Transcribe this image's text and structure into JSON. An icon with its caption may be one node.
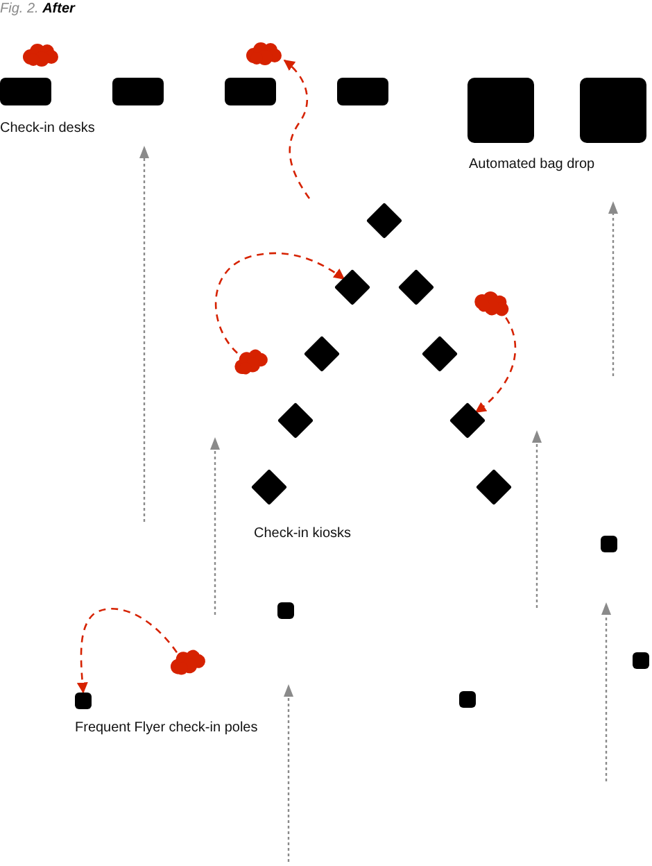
{
  "diagram": {
    "title": "Fig. 2. **After**",
    "nodes": [
      {
        "text": [],
        "shape": "cloud"
      },
      {
        "text": [],
        "shape": "cloud"
      },
      {
        "text": [],
        "shape": "box"
      },
      {
        "text": [],
        "shape": "box"
      },
      {
        "text": [],
        "shape": "box"
      },
      {
        "text": [],
        "shape": "box"
      },
      {
        "text": [],
        "shape": "box"
      },
      {
        "text": [],
        "shape": "box"
      },
      {
        "text": [],
        "shape": "diamond"
      },
      {
        "text": [],
        "shape": "diamond"
      },
      {
        "text": [],
        "shape": "diamond"
      },
      {
        "text": [],
        "shape": "cloud"
      },
      {
        "text": [],
        "shape": "diamond"
      },
      {
        "text": [],
        "shape": "diamond"
      },
      {
        "text": [],
        "shape": "cloud"
      },
      {
        "text": [],
        "shape": "diamond"
      },
      {
        "text": [],
        "shape": "diamond"
      },
      {
        "text": [],
        "shape": "diamond"
      },
      {
        "text": [],
        "shape": "diamond"
      },
      {
        "text": [],
        "shape": "box"
      },
      {
        "text": [],
        "shape": "box"
      },
      {
        "text": [],
        "shape": "cloud"
      },
      {
        "text": [],
        "shape": "box"
      },
      {
        "text": [],
        "shape": "box"
      },
      {
        "text": [],
        "shape": "box"
      }
    ],
    "edges": [
      {
        "from": null,
        "to": 1,
        "arrow": "to",
        "style": "dashed",
        "color": "#d62200"
      },
      {
        "from": 14,
        "to": 9,
        "arrow": "to",
        "style": "dashed",
        "color": "#d62200"
      },
      {
        "from": 11,
        "to": 16,
        "arrow": "to",
        "style": "dashed",
        "color": "#d62200"
      },
      {
        "from": 21,
        "to": 24,
        "arrow": "to",
        "style": "dashed",
        "color": "#d62200"
      }
    ],
    "labels": [
      "Check-in desks",
      "Automated bag drop",
      "Check-in kiosks",
      "Frequent Flyer check-in poles"
    ]
  }
}
